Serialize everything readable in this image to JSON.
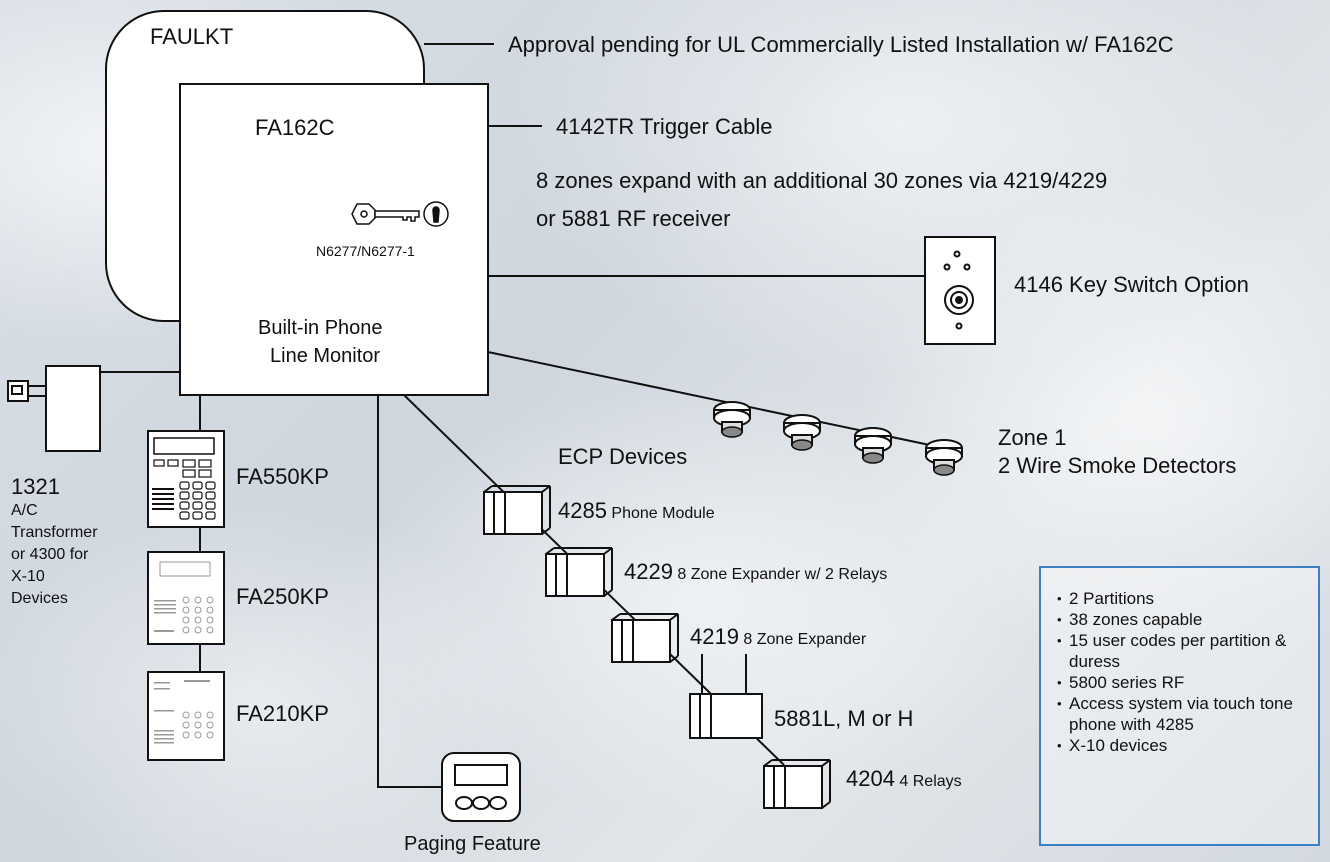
{
  "panels": {
    "faulkt": "FAULKT",
    "fa162c": "FA162C",
    "key_model": "N6277/N6277-1",
    "monitor_line1": "Built-in Phone",
    "monitor_line2": "Line Monitor"
  },
  "callouts": {
    "approval": "Approval pending for UL Commercially Listed Installation w/ FA162C",
    "trigger_cable": "4142TR Trigger Cable",
    "zones_line1": "8 zones expand with an additional 30 zones via 4219/4229",
    "zones_line2": "or 5881 RF receiver",
    "key_switch": "4146 Key Switch Option",
    "zone1_line1": "Zone 1",
    "zone1_line2": "2 Wire Smoke Detectors",
    "ecp_title": "ECP Devices",
    "paging": "Paging Feature"
  },
  "transformer": {
    "model": "1321",
    "lines": [
      "A/C",
      "Transformer",
      "or 4300 for",
      "X-10",
      "Devices"
    ]
  },
  "keypads": [
    {
      "model": "FA550KP"
    },
    {
      "model": "FA250KP"
    },
    {
      "model": "FA210KP"
    }
  ],
  "ecp_devices": [
    {
      "model": "4285",
      "desc": "Phone Module"
    },
    {
      "model": "4229",
      "desc": "8 Zone Expander w/ 2 Relays"
    },
    {
      "model": "4219",
      "desc": "8 Zone Expander"
    },
    {
      "model": "5881L, M or H",
      "desc": ""
    },
    {
      "model": "4204",
      "desc": "4 Relays"
    }
  ],
  "features": [
    "2 Partitions",
    "38 zones capable",
    "15 user codes per partition & duress",
    "5800 series RF",
    "Access system via touch tone phone with 4285",
    "X-10 devices"
  ],
  "colors": {
    "line": "#111111",
    "box_border": "#3b7fc4",
    "panel_fill": "#ffffff"
  }
}
